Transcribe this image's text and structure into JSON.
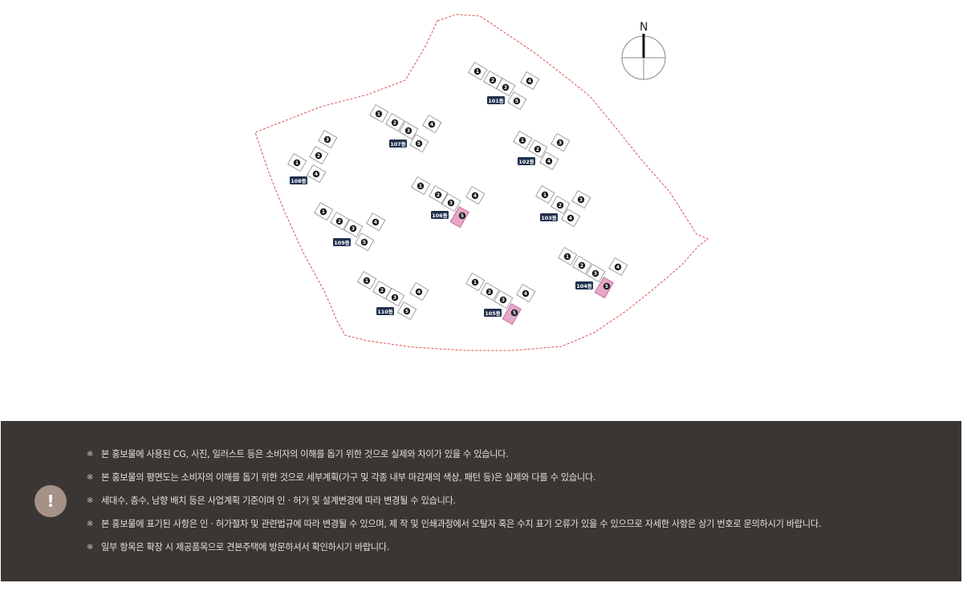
{
  "compass": {
    "north_label": "N"
  },
  "site": {
    "boundary_color": "#d9534f",
    "highlight_color": "#e8a7c8"
  },
  "buildings": [
    {
      "id": "101",
      "label": "101동",
      "units": [
        "1",
        "2",
        "3",
        "4",
        "5"
      ],
      "highlight_unit": ""
    },
    {
      "id": "102",
      "label": "102동",
      "units": [
        "1",
        "2",
        "3",
        "4"
      ],
      "highlight_unit": ""
    },
    {
      "id": "103",
      "label": "103동",
      "units": [
        "1",
        "2",
        "3",
        "4"
      ],
      "highlight_unit": ""
    },
    {
      "id": "104",
      "label": "104동",
      "units": [
        "1",
        "2",
        "3",
        "4",
        "5"
      ],
      "highlight_unit": "5"
    },
    {
      "id": "105",
      "label": "105동",
      "units": [
        "1",
        "2",
        "3",
        "4",
        "5"
      ],
      "highlight_unit": "5"
    },
    {
      "id": "106",
      "label": "106동",
      "units": [
        "1",
        "2",
        "3",
        "4",
        "5"
      ],
      "highlight_unit": "5"
    },
    {
      "id": "107",
      "label": "107동",
      "units": [
        "1",
        "2",
        "3",
        "4",
        "5"
      ],
      "highlight_unit": ""
    },
    {
      "id": "108",
      "label": "108동",
      "units": [
        "1",
        "2",
        "3",
        "4"
      ],
      "highlight_unit": ""
    },
    {
      "id": "109",
      "label": "109동",
      "units": [
        "1",
        "2",
        "3",
        "4",
        "5"
      ],
      "highlight_unit": ""
    },
    {
      "id": "110",
      "label": "110동",
      "units": [
        "1",
        "2",
        "3",
        "4",
        "5"
      ],
      "highlight_unit": ""
    }
  ],
  "notice": {
    "icon": "exclamation-icon",
    "icon_glyph": "!",
    "bullet": "※",
    "items": [
      "본 홍보물에 사용된 CG, 사진, 일러스트 등은 소비자의 이해를 돕기 위한 것으로 실제와 차이가 있을 수 있습니다.",
      "본 홍보물의 평면도는 소비자의 이해를 돕기 위한 것으로 세부계획(가구 및 각종 내부 마감재의 색상, 패턴 등)은 실제와 다를 수 있습니다.",
      "세대수, 층수, 남향 배치 등은 사업계획 기준이며 인ㆍ허가 및 설계변경에 따라 변경될 수 있습니다.",
      "본 홍보물에 표기된 사항은 인ㆍ허가절차 및 관련법규에 따라 변경될 수 있으며, 제 작 및 인쇄과정에서 오탈자 혹은 수치 표기 오류가 있을 수 있으므로 자세한 사항은 상기 번호로 문의하시기 바랍니다.",
      "일부 항목은 확장 시 제공품목으로 견본주택에 방문하셔서 확인하시기 바랍니다."
    ]
  },
  "colors": {
    "panel_bg": "#3a3634",
    "icon_bg": "#a59186",
    "label_bg": "#1f2f4d",
    "text": "#e6e1dc"
  }
}
